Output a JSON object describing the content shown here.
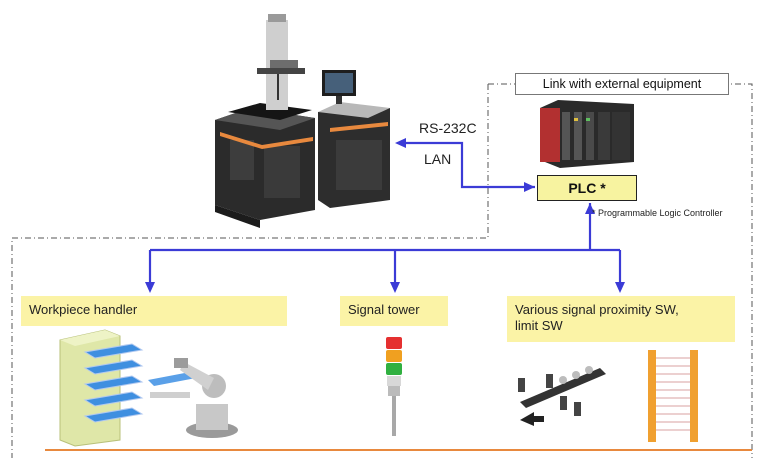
{
  "external_link_label": "Link with external equipment",
  "plc_label": "PLC *",
  "plc_footnote": "* Programmable Logic Controller",
  "interface_labels": [
    "RS-232C",
    "LAN"
  ],
  "devices": [
    {
      "label": "Workpiece handler"
    },
    {
      "label": "Signal tower"
    },
    {
      "label": "Various signal proximity SW,\nlimit SW"
    }
  ],
  "colors": {
    "wire": "#3b3bd6",
    "label_fill": "#fbf3a6",
    "baseline": "#e8893e",
    "frame": "#555555"
  },
  "icons": [
    "cmm-machine-icon",
    "plc-unit-icon",
    "robot-arm-icon",
    "signal-tower-icon",
    "proximity-switch-icon",
    "light-curtain-icon"
  ]
}
